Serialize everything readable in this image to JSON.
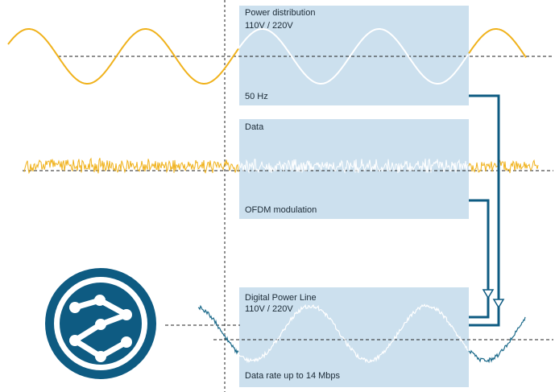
{
  "panels": {
    "power": {
      "title": "Power distribution",
      "voltage": "110V / 220V",
      "frequency": "50 Hz"
    },
    "data": {
      "title": "Data",
      "modulation": "OFDM modulation"
    },
    "combined": {
      "title": "Digital Power Line",
      "voltage": "110V / 220V",
      "rate": "Data rate up to 14 Mbps"
    }
  },
  "colors": {
    "panel": "#cce0ee",
    "power_wave": "#f0b21c",
    "combined_wave": "#1c6a8a",
    "connector": "#0e5b82",
    "logo": "#0e5b82",
    "guides": "#222222"
  },
  "icons": {
    "logo": "network-node-icon"
  }
}
